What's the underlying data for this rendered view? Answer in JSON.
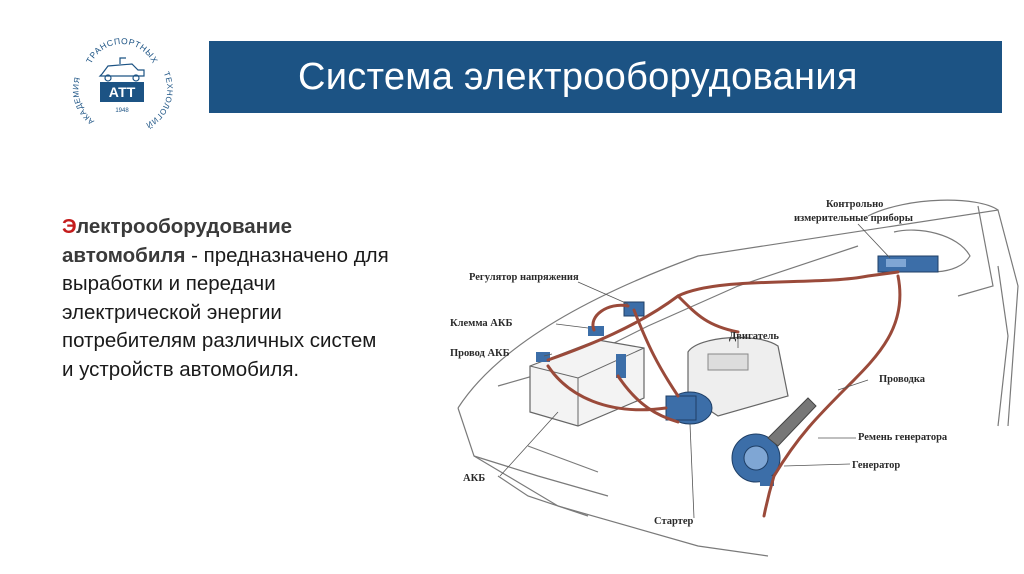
{
  "logo": {
    "arc_top": "ТРАНСПОРТНЫХ",
    "arc_left": "АКАДЕМИЯ",
    "arc_right": "ТЕХНОЛОГИЙ",
    "abbr": "АТТ",
    "year": "1948",
    "color": "#1c5384"
  },
  "header": {
    "title": "Система электрооборудования",
    "bg_color": "#1c5384"
  },
  "body": {
    "first_letter": "Э",
    "bold_rest": "лектрооборудование автомобиля",
    "rest": " - предназначено для выработки и передачи электрической энергии потребителям различных систем и устройств автомобиля.",
    "accent_color": "#c41c1c"
  },
  "diagram": {
    "wire_color": "#9a4a3a",
    "component_color": "#3c6ea8",
    "labels": {
      "instruments_1": "Контрольно",
      "instruments_2": "измерительные приборы",
      "regulator": "Регулятор напряжения",
      "battery_terminal": "Клемма АКБ",
      "battery_wire": "Провод АКБ",
      "engine": "Двигатель",
      "wiring": "Проводка",
      "generator_belt": "Ремень генератора",
      "generator": "Генератор",
      "battery": "АКБ",
      "starter": "Стартер"
    }
  }
}
